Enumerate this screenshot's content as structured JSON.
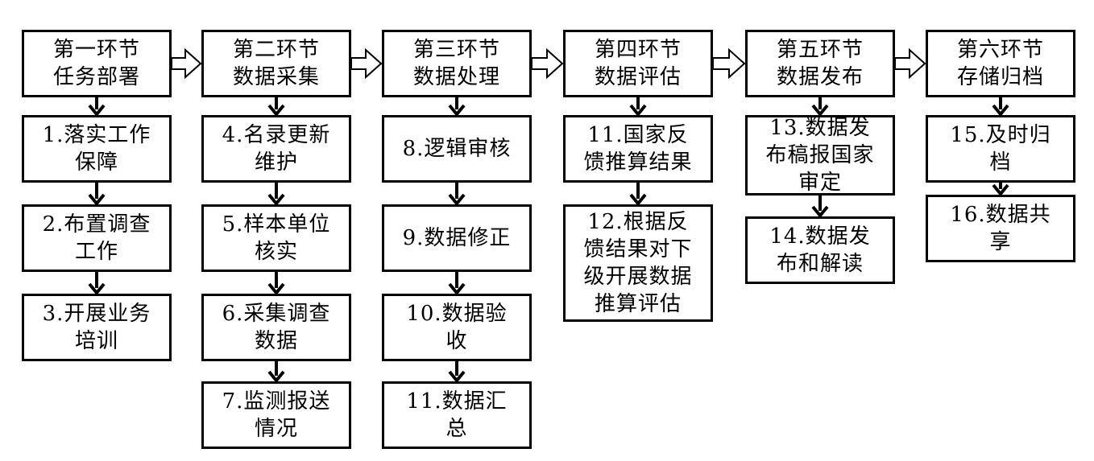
{
  "stages": [
    {
      "title": "第一环节\n任务部署",
      "steps": [
        "1.落实工作\n保障",
        "2.布置调查\n工作",
        "3.开展业务\n培训"
      ]
    },
    {
      "title": "第二环节\n数据采集",
      "steps": [
        "4.名录更新\n维护",
        "5.样本单位\n核实",
        "6.采集调查\n数据",
        "7.监测报送\n情况"
      ]
    },
    {
      "title": "第三环节\n数据处理",
      "steps": [
        "8.逻辑审核",
        "9.数据修正",
        "10.数据验\n收",
        "11.数据汇\n总"
      ]
    },
    {
      "title": "第四环节\n数据评估",
      "steps": [
        "11.国家反\n馈推算结果",
        "12.根据反\n馈结果对下\n级开展数据\n推算评估"
      ]
    },
    {
      "title": "第五环节\n数据发布",
      "steps": [
        "13.数据发\n布稿报国家\n审定",
        "14.数据发\n布和解读"
      ]
    },
    {
      "title": "第六环节\n存储归档",
      "steps": [
        "15.及时归\n档",
        "16.数据共\n享"
      ]
    }
  ]
}
